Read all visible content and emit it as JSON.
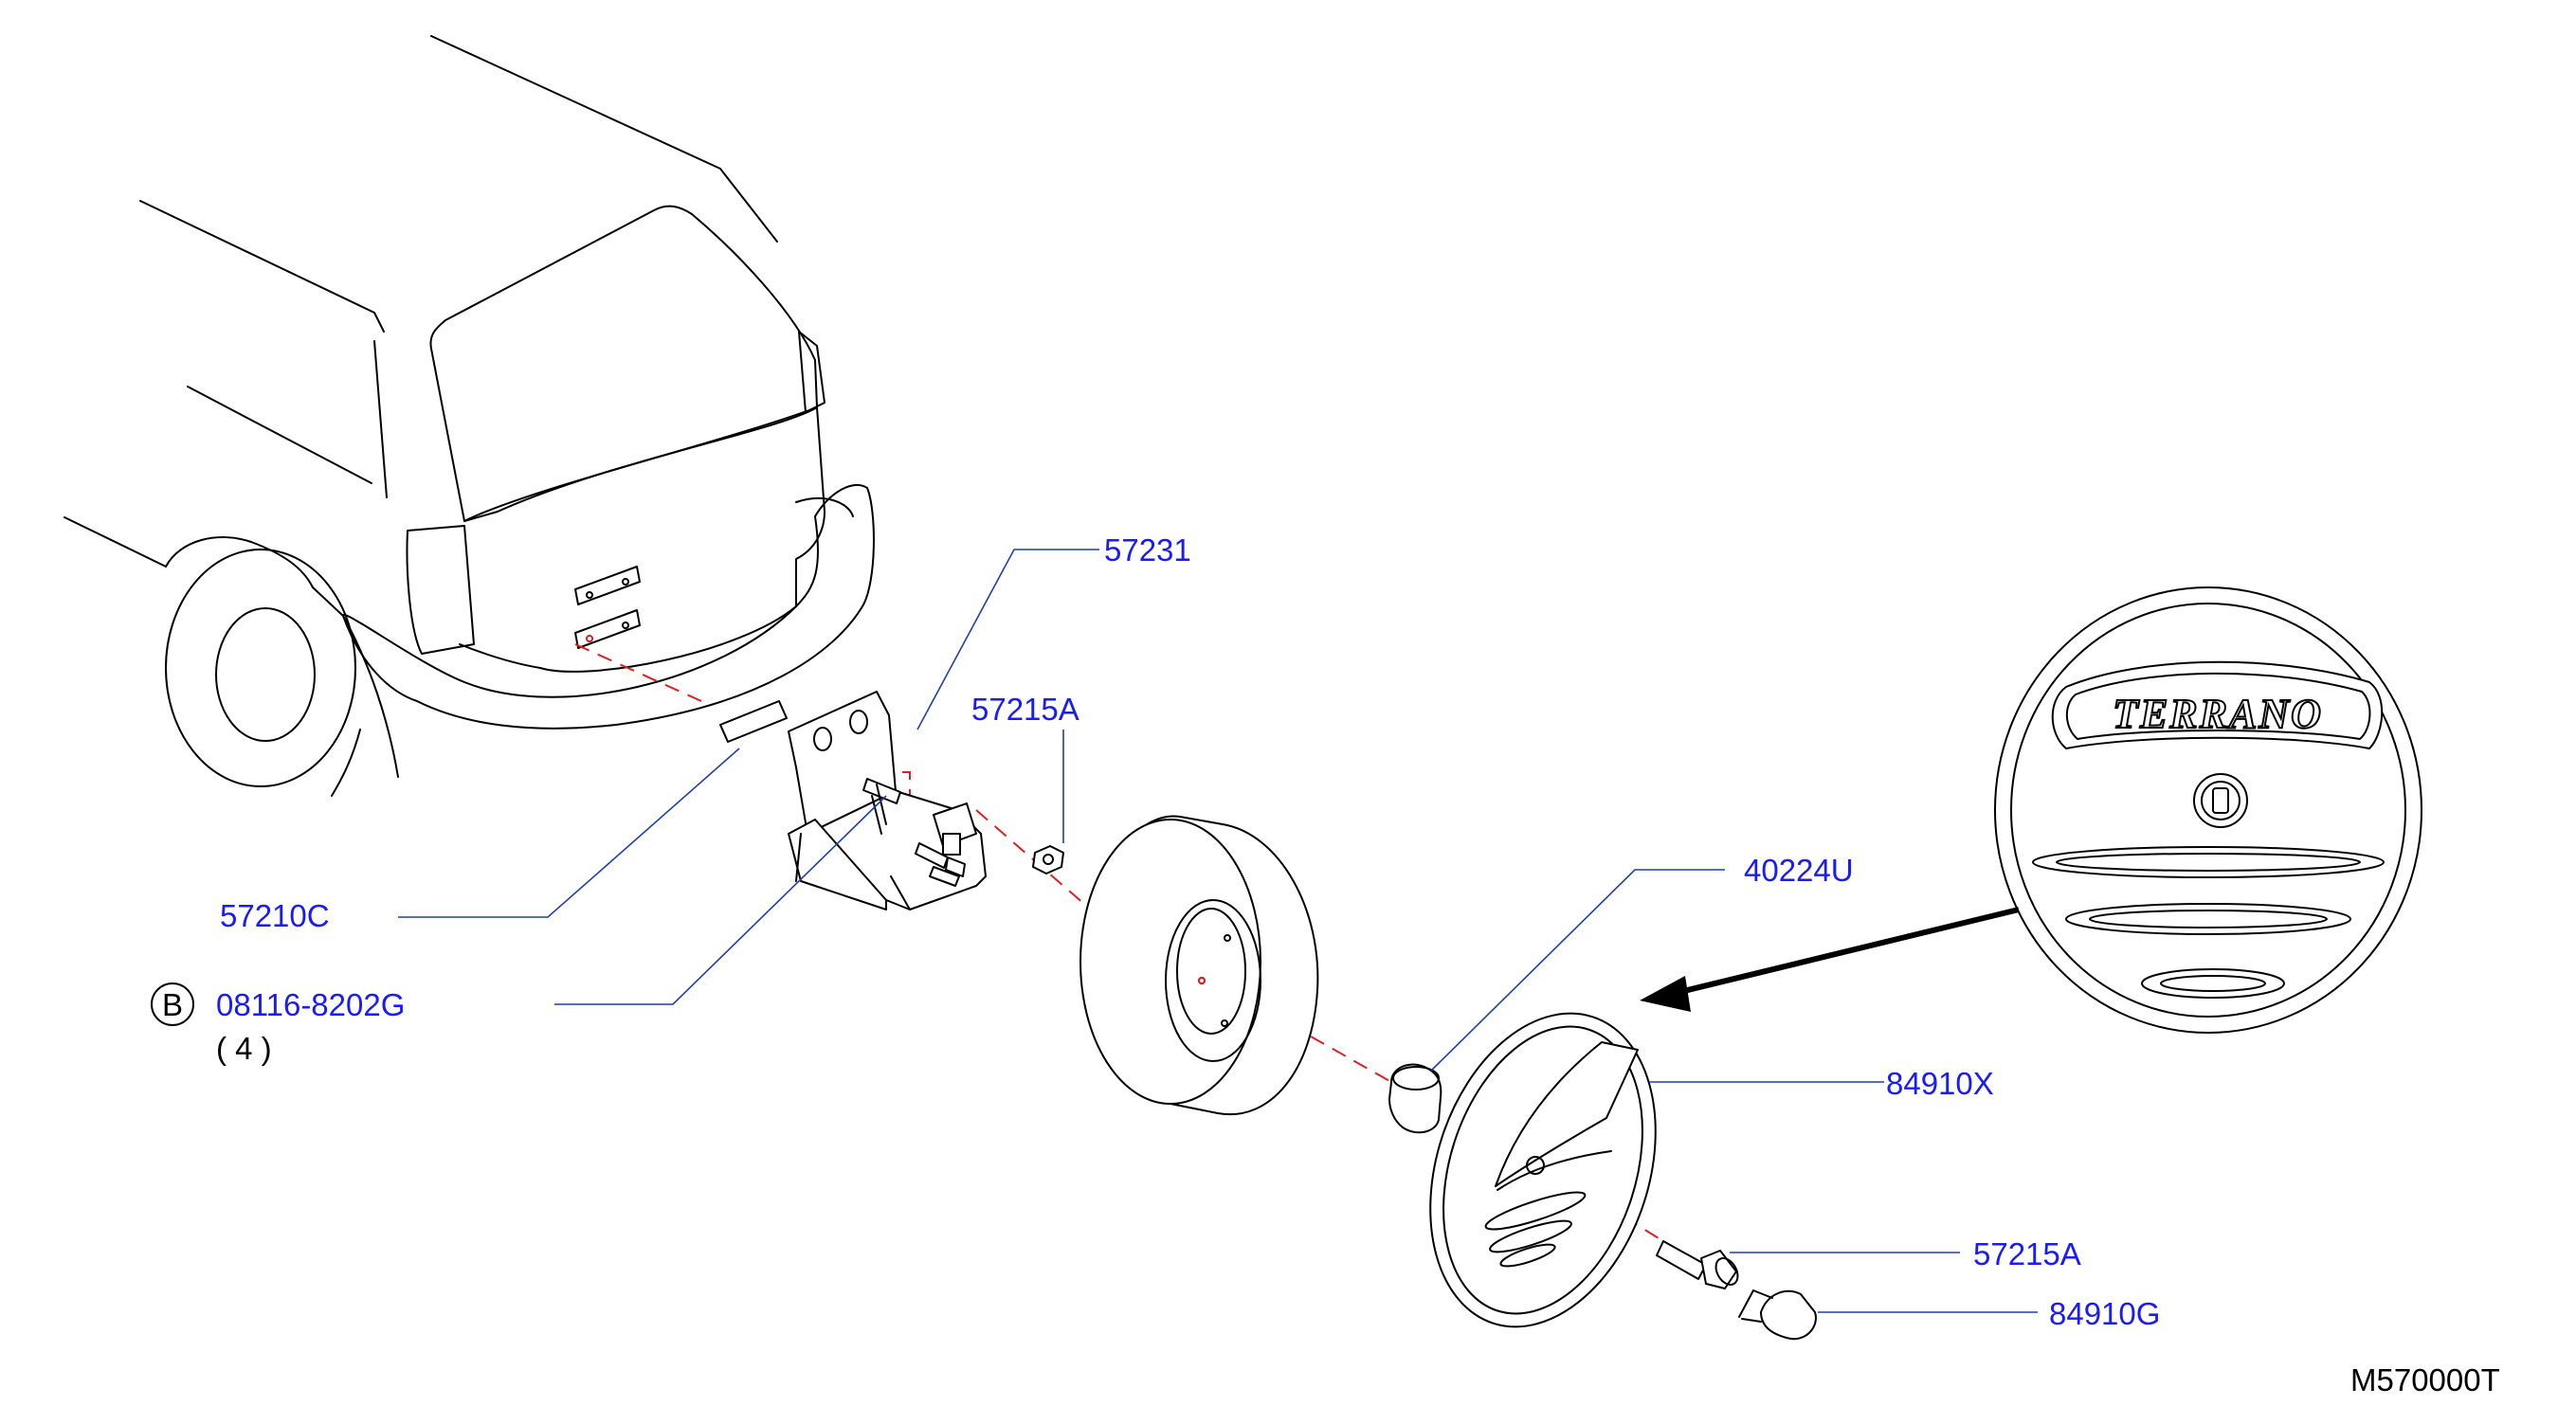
{
  "parts": {
    "bracket": "57231",
    "nut": "57215A",
    "pad": "57210C",
    "bolt_part": "08116-8202G",
    "bolt_qty": "( 4 )",
    "bolt_symbol": "B",
    "spacer": "40224U",
    "cover": "84910X",
    "cover_bolt": "57215A",
    "cap": "84910G"
  },
  "logo_text": "TERRANO",
  "diagram_code": "M570000T",
  "colors": {
    "label": "#1a1aff",
    "leader": "#1f3fb0",
    "dashed_axis": "#e02020",
    "outline": "#000000"
  }
}
